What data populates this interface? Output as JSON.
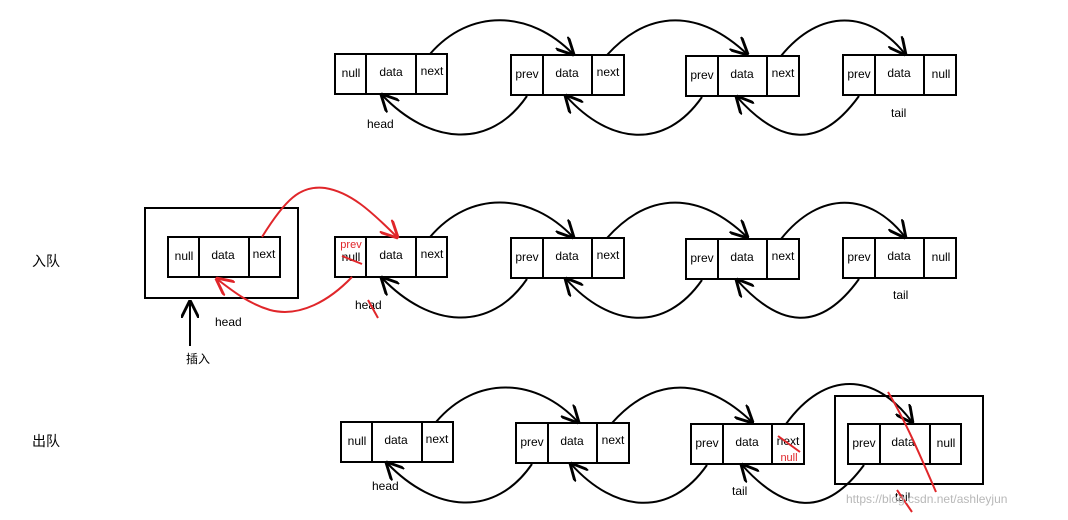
{
  "row_labels": {
    "enqueue": "入队",
    "dequeue": "出队"
  },
  "cells": {
    "null": "null",
    "data": "data",
    "next": "next",
    "prev": "prev"
  },
  "labels": {
    "head": "head",
    "tail": "tail",
    "insert": "插入"
  },
  "annotations": {
    "new_prev": "prev",
    "new_null": "null"
  },
  "watermark": "https://blog.csdn.net/ashleyjun",
  "colors": {
    "ink": "#000000",
    "edit": "#e0262a",
    "watermark": "#b8b8b8"
  }
}
